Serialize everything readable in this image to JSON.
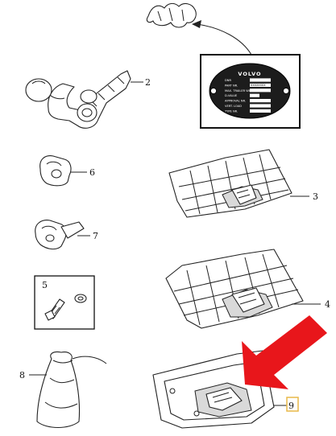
{
  "plate": {
    "brand": "VOLVO",
    "rows": [
      {
        "label": "DNR",
        "value": ""
      },
      {
        "label": "PART NR.",
        "value": "XXXXXXXX"
      },
      {
        "label": "MAX. TRAILER WEIGHT",
        "value": ""
      },
      {
        "label": "D-VALUE",
        "value": ""
      },
      {
        "label": "APPROVAL NR.",
        "value": ""
      },
      {
        "label": "VERT. LOAD",
        "value": ""
      },
      {
        "label": "TYPE NR.",
        "value": ""
      }
    ]
  },
  "callouts": {
    "c2": "2",
    "c3": "3",
    "c4": "4",
    "c5": "5",
    "c6": "6",
    "c7": "7",
    "c8": "8",
    "c9": "9"
  },
  "colors": {
    "arrow": "#e8161b",
    "highlight_box": "#e9b949",
    "plate_fill": "#1c1c1c",
    "line": "#222222"
  }
}
